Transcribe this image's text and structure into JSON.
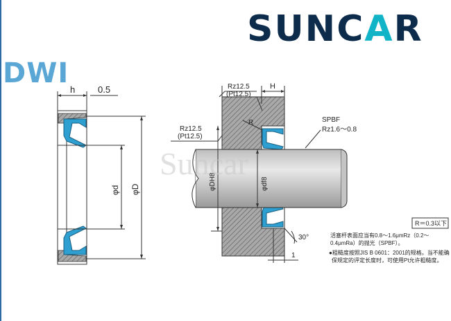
{
  "brand": {
    "prefix": "SUNC",
    "accent": "A",
    "suffix": "R"
  },
  "series_label": "DWI",
  "watermark": "Suncar",
  "left_drawing": {
    "dim_h": "h",
    "dim_gap": "0.5",
    "dim_d": "φd",
    "dim_D": "φD"
  },
  "right_drawing": {
    "rz_top_line1": "Rz12.5",
    "rz_top_line2": "(Pt12.5)",
    "dim_H": "H",
    "rz_left_line1": "Rz12.5",
    "rz_left_line2": "(Pt12.5)",
    "radius": "R",
    "spbf": "SPBF",
    "spbf_rz": "Rz1.6～0.8",
    "dh8": "φDH8",
    "df8": "φdf8",
    "angle": "30°",
    "dim_1": "1",
    "r_note": "R＝0.3以下",
    "note1_line1": "活塞杆表面应当有0.8～1.6μmRz（0.2～",
    "note1_line2": "0.4μmRa）的抛光（SPBF）。",
    "note2_line1": "●粗糙度按照JIS B 0601：2001的规格。当不能确",
    "note2_line2": "保规定的评定长度时，可使用Pt允许粗糙度。"
  },
  "colors": {
    "brand_dark": "#0d2c4c",
    "brand_accent": "#11b3c7",
    "series": "#5aa7d6",
    "seal_blue": "#2d9fd0",
    "hatch": "#8a8a8a"
  }
}
